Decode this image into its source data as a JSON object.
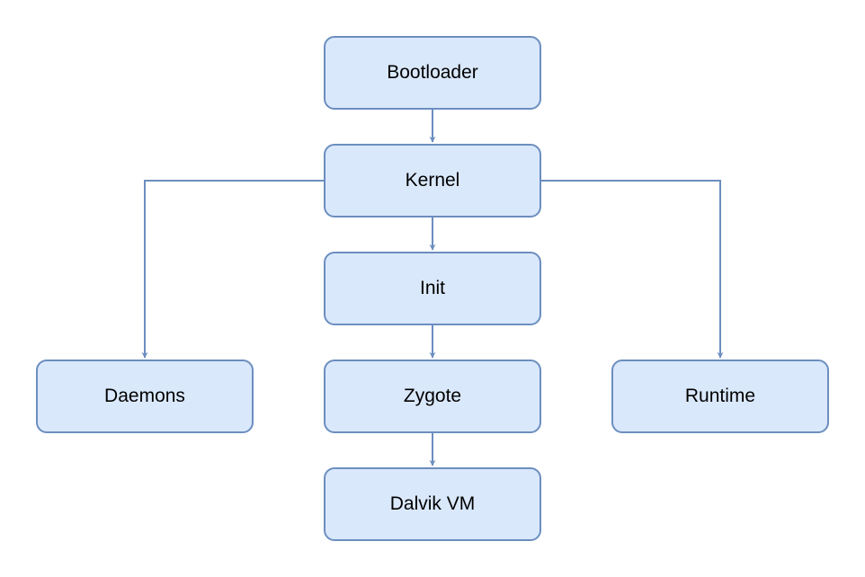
{
  "diagram": {
    "colors": {
      "node_fill": "#dae8fc",
      "node_stroke": "#6c8ebf",
      "edge": "#6c8ebf",
      "text": "#000000"
    },
    "nodes": {
      "bootloader": "Bootloader",
      "kernel": "Kernel",
      "init": "Init",
      "zygote": "Zygote",
      "dalvik": "Dalvik VM",
      "daemons": "Daemons",
      "runtime": "Runtime"
    },
    "edges": [
      {
        "from": "bootloader",
        "to": "kernel"
      },
      {
        "from": "kernel",
        "to": "init"
      },
      {
        "from": "init",
        "to": "zygote"
      },
      {
        "from": "zygote",
        "to": "dalvik"
      },
      {
        "from": "kernel",
        "to": "daemons"
      },
      {
        "from": "kernel",
        "to": "runtime"
      }
    ]
  }
}
